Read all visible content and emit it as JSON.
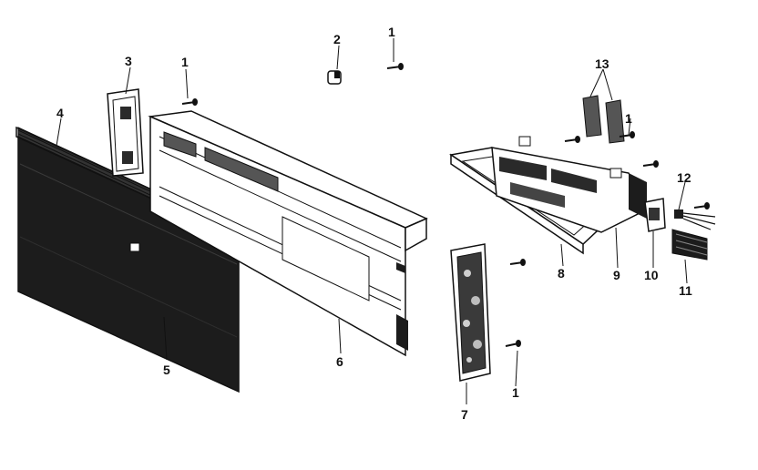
{
  "colors": {
    "ink": "#111111",
    "dark_fill": "#1c1c1c",
    "mid_fill": "#555555",
    "paper": "#ffffff"
  },
  "callouts": {
    "c1_top": "1",
    "c1_left": "1",
    "c1_right": "1",
    "c1_bottom": "1",
    "c2": "2",
    "c3": "3",
    "c4": "4",
    "c5": "5",
    "c6": "6",
    "c7": "7",
    "c8": "8",
    "c9": "9",
    "c10": "10",
    "c11": "11",
    "c12": "12",
    "c13": "13"
  }
}
